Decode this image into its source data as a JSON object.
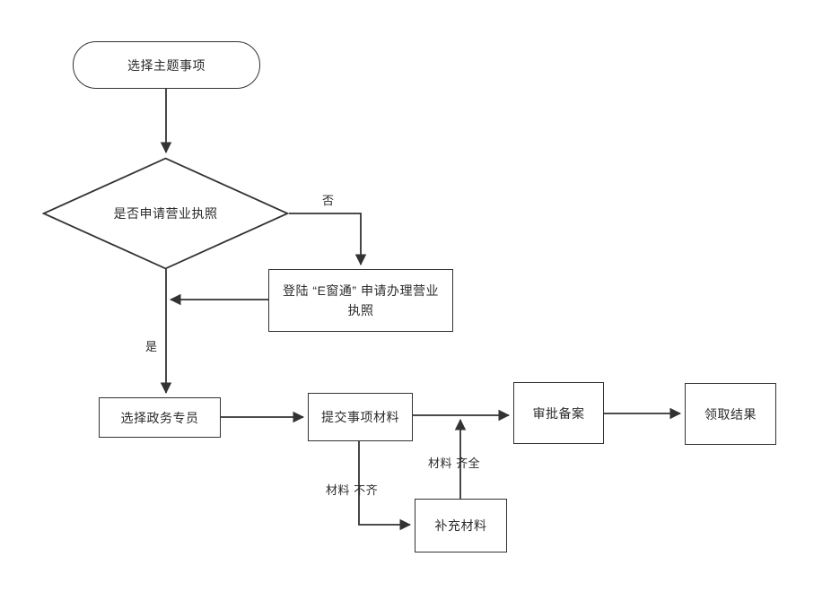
{
  "diagram": {
    "type": "flowchart",
    "direction": "top-down",
    "background_color": "#ffffff",
    "line_color": "#333333",
    "text_color": "#2b2b2b",
    "nodes": [
      {
        "id": "start",
        "shape": "terminator",
        "label": "选择主题事项"
      },
      {
        "id": "decision",
        "shape": "diamond",
        "label": "是否申请营业执照"
      },
      {
        "id": "ecwt",
        "shape": "process",
        "label": "登陆 “E窗通” 申请办理营业执照"
      },
      {
        "id": "officer",
        "shape": "process",
        "label": "选择政务专员"
      },
      {
        "id": "submit",
        "shape": "process",
        "label": "提交事项材料"
      },
      {
        "id": "supplement",
        "shape": "process",
        "label": "补充材料"
      },
      {
        "id": "approval",
        "shape": "process",
        "label": "审批备案"
      },
      {
        "id": "result",
        "shape": "process",
        "label": "领取结果"
      }
    ],
    "edge_labels": {
      "no": "否",
      "yes": "是",
      "incomplete": "材料 不齐",
      "complete": "材料 齐全"
    }
  }
}
